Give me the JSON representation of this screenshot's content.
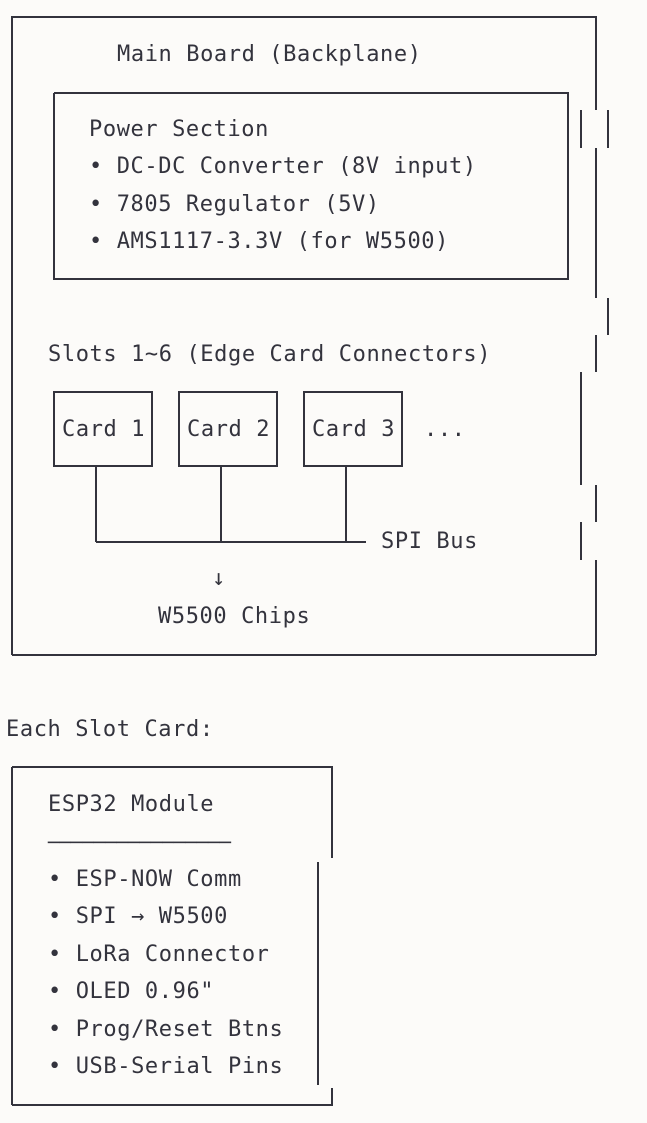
{
  "main_board": {
    "title": "Main Board (Backplane)",
    "power_section": {
      "title": "Power Section",
      "items": [
        "• DC-DC Converter (8V input)",
        "• 7805 Regulator (5V)",
        "• AMS1117-3.3V (for W5500)"
      ]
    },
    "slots_label": "Slots 1~6 (Edge Card Connectors)",
    "cards": [
      "Card 1",
      "Card 2",
      "Card 3"
    ],
    "more": "...",
    "bus_label": "SPI Bus",
    "arrow": "↓",
    "chips_label": "W5500 Chips"
  },
  "slot_card": {
    "heading": "Each Slot Card:",
    "module_title": "ESP32 Module",
    "divider": "────────────────",
    "items": [
      "• ESP-NOW Comm",
      "• SPI → W5500",
      "• LoRa Connector",
      "• OLED 0.96\"",
      "• Prog/Reset Btns",
      "• USB-Serial Pins"
    ]
  }
}
